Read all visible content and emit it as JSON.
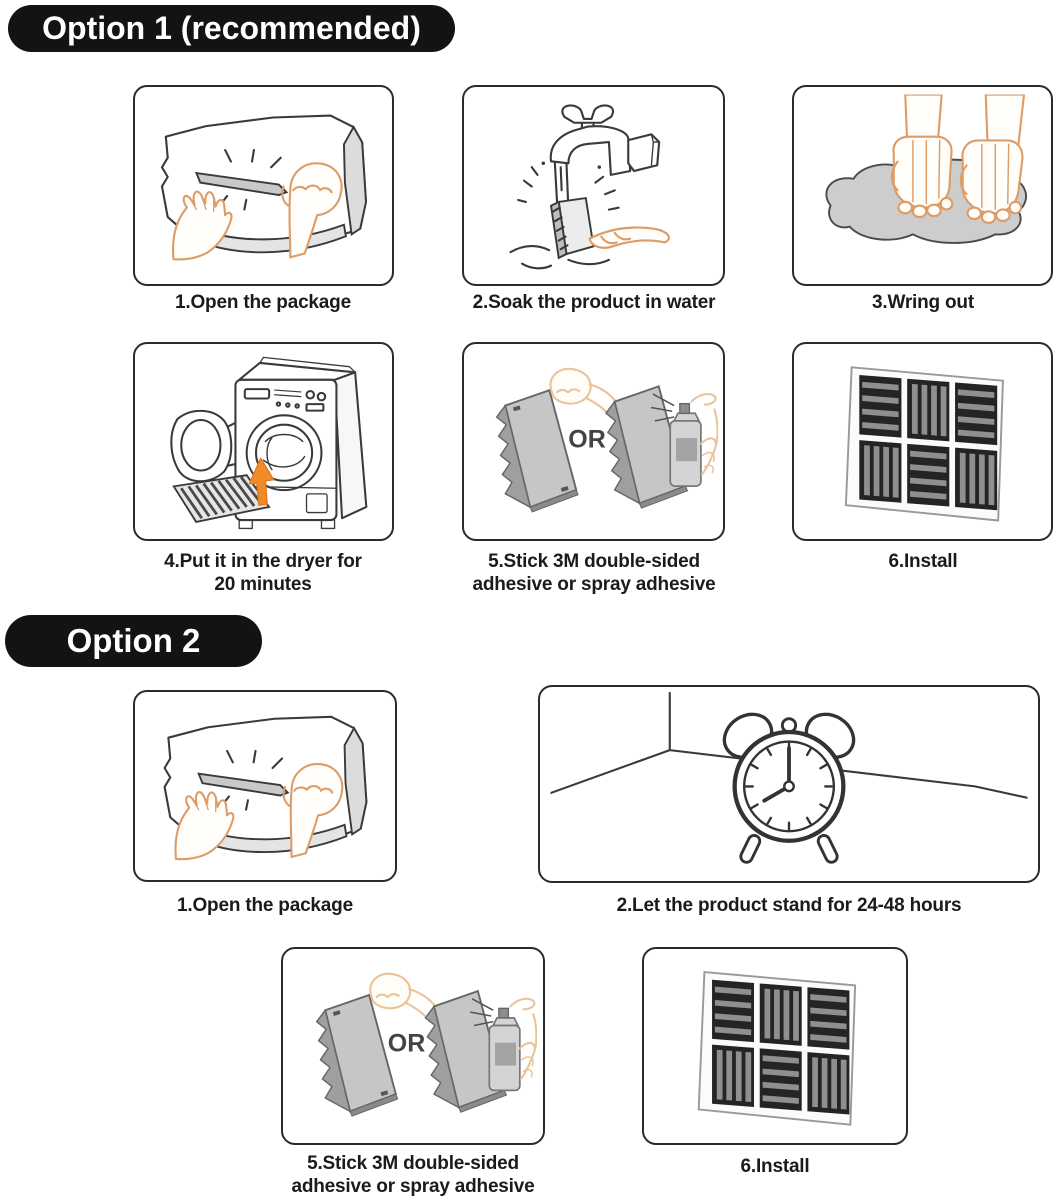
{
  "colors": {
    "page_bg": "#ffffff",
    "badge_bg": "#131313",
    "badge_text": "#ffffff",
    "panel_border": "#2b2b2b",
    "caption_text": "#1b1b1b",
    "line_art": "#3a3a3a",
    "hand_stroke": "#dd9c66",
    "hand_light_stroke": "#ecc299",
    "gray_fill": "#cdcdcd",
    "accent_orange": "#f28b27",
    "foam_dark": "#242424",
    "foam_light": "#8f8f8f"
  },
  "option1": {
    "badge": "Option 1 (recommended)",
    "steps": {
      "open": {
        "caption": "1.Open the package"
      },
      "soak": {
        "caption": "2.Soak the product in water"
      },
      "wring": {
        "caption": "3.Wring out"
      },
      "dryer": {
        "caption": "4.Put it in the dryer for\n20 minutes"
      },
      "adhesive": {
        "caption": "5.Stick 3M double-sided\nadhesive or spray adhesive",
        "or_label": "OR"
      },
      "install": {
        "caption": "6.Install"
      }
    }
  },
  "option2": {
    "badge": "Option 2",
    "steps": {
      "open": {
        "caption": "1.Open the package"
      },
      "stand": {
        "caption": "2.Let the product stand for 24-48 hours"
      },
      "adhesive": {
        "caption": "5.Stick 3M double-sided\nadhesive or spray adhesive",
        "or_label": "OR"
      },
      "install": {
        "caption": "6.Install"
      }
    }
  }
}
